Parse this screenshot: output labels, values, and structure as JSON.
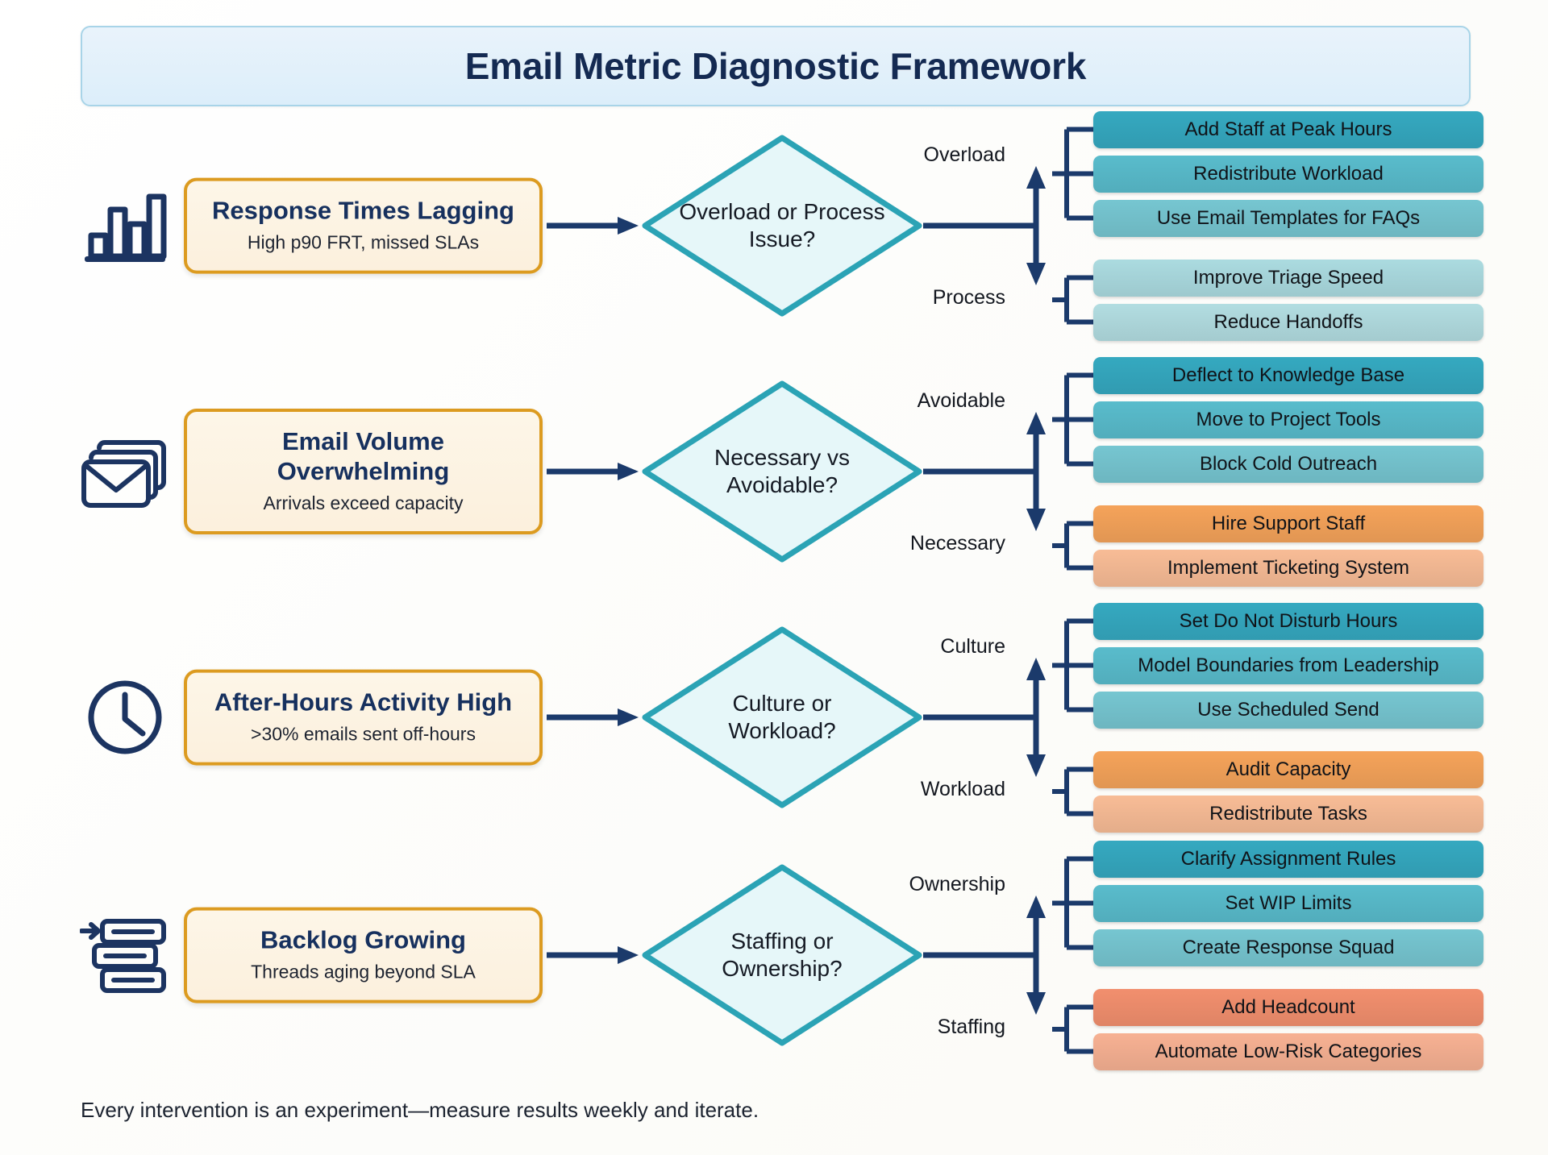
{
  "header": {
    "title": "Email Metric Diagnostic Framework"
  },
  "footer": {
    "note": "Every intervention is an experiment—measure results weekly and iterate."
  },
  "palette": {
    "navy": "#16305e",
    "arrow": "#1b3a6b",
    "card_border": "#dc9b20",
    "card_fill": "#fdf6e8",
    "diamond_border": "#2ba3b5",
    "diamond_fill": "#e6f7f9",
    "teal_1": "#35a9c0",
    "teal_2": "#59bccc",
    "teal_3": "#76c6d1",
    "teal_light_1": "#abdbe0",
    "teal_light_2": "#b2dde1",
    "orange_1": "#f5a35a",
    "orange_2": "#f8bc96",
    "coral_1": "#f28f6e",
    "coral_2": "#f7b193",
    "banner_fill": "#e3effa",
    "banner_border": "#a8d4e8"
  },
  "rows": [
    {
      "icon": "bar-chart-icon",
      "problem": {
        "title": "Response Times Lagging",
        "subtitle": "High p90 FRT, missed SLAs"
      },
      "decision": "Overload or Process Issue?",
      "branches": [
        {
          "label": "Overload",
          "actions": [
            {
              "label": "Add Staff at Peak Hours",
              "color": "#35a9c0"
            },
            {
              "label": "Redistribute Workload",
              "color": "#59bccc"
            },
            {
              "label": "Use Email Templates for FAQs",
              "color": "#76c6d1"
            }
          ]
        },
        {
          "label": "Process",
          "actions": [
            {
              "label": "Improve Triage Speed",
              "color": "#abdbe0"
            },
            {
              "label": "Reduce Handoffs",
              "color": "#b2dde1"
            }
          ]
        }
      ]
    },
    {
      "icon": "stacked-envelopes-icon",
      "problem": {
        "title": "Email Volume Overwhelming",
        "subtitle": "Arrivals exceed capacity"
      },
      "decision": "Necessary vs Avoidable?",
      "branches": [
        {
          "label": "Avoidable",
          "actions": [
            {
              "label": "Deflect to Knowledge Base",
              "color": "#35a9c0"
            },
            {
              "label": "Move to Project Tools",
              "color": "#59bccc"
            },
            {
              "label": "Block Cold Outreach",
              "color": "#76c6d1"
            }
          ]
        },
        {
          "label": "Necessary",
          "actions": [
            {
              "label": "Hire Support Staff",
              "color": "#f5a35a"
            },
            {
              "label": "Implement Ticketing System",
              "color": "#f8bc96"
            }
          ]
        }
      ]
    },
    {
      "icon": "clock-icon",
      "problem": {
        "title": "After-Hours Activity High",
        "subtitle": ">30% emails sent off-hours"
      },
      "decision": "Culture or Workload?",
      "branches": [
        {
          "label": "Culture",
          "actions": [
            {
              "label": "Set Do Not Disturb Hours",
              "color": "#35a9c0"
            },
            {
              "label": "Model Boundaries from Leadership",
              "color": "#59bccc"
            },
            {
              "label": "Use Scheduled Send",
              "color": "#76c6d1"
            }
          ]
        },
        {
          "label": "Workload",
          "actions": [
            {
              "label": "Audit Capacity",
              "color": "#f5a35a"
            },
            {
              "label": "Redistribute Tasks",
              "color": "#f8bc96"
            }
          ]
        }
      ]
    },
    {
      "icon": "backlog-queue-icon",
      "problem": {
        "title": "Backlog Growing",
        "subtitle": "Threads aging beyond SLA"
      },
      "decision": "Staffing or Ownership?",
      "branches": [
        {
          "label": "Ownership",
          "actions": [
            {
              "label": "Clarify Assignment Rules",
              "color": "#35a9c0"
            },
            {
              "label": "Set WIP Limits",
              "color": "#59bccc"
            },
            {
              "label": "Create Response Squad",
              "color": "#76c6d1"
            }
          ]
        },
        {
          "label": "Staffing",
          "actions": [
            {
              "label": "Add Headcount",
              "color": "#f28f6e"
            },
            {
              "label": "Automate Low-Risk Categories",
              "color": "#f7b193"
            }
          ]
        }
      ]
    }
  ]
}
